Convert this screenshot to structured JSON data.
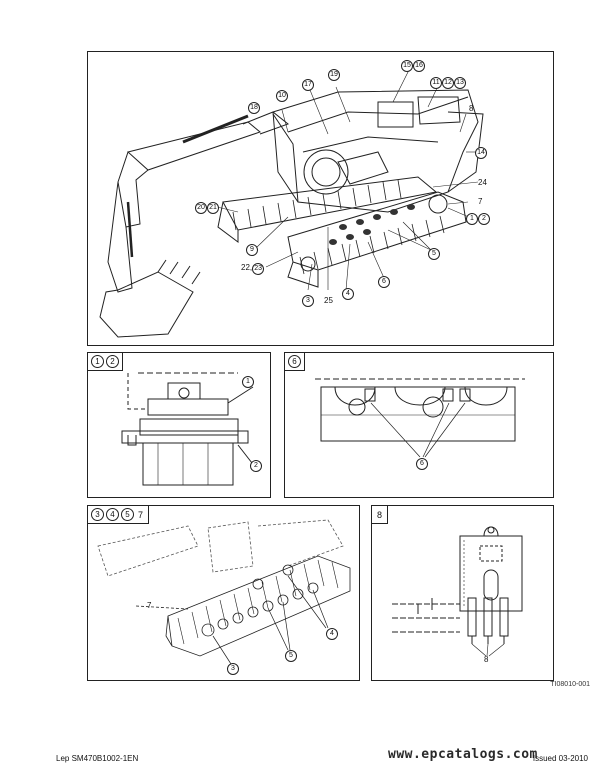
{
  "main_figure": {
    "callouts": {
      "c15_16": [
        "15",
        "16"
      ],
      "c11_12_13": [
        "11",
        "12",
        "13"
      ],
      "c19": "19",
      "c17": "17",
      "c10": "10",
      "c18": "18",
      "c8": "8",
      "c14": "14",
      "c24": "24",
      "c7": "7",
      "c1_2": [
        "1",
        "2"
      ],
      "c20_21": [
        "20",
        "21"
      ],
      "c9": "9",
      "c22_23": "22,",
      "c23": "23",
      "c3": "3",
      "c25": "25",
      "c4": "4",
      "c6": "6",
      "c5": "5"
    }
  },
  "panel_12": {
    "header": [
      "1",
      "2"
    ],
    "callouts": [
      "1",
      "2"
    ]
  },
  "panel_6": {
    "header": [
      "6"
    ],
    "callouts": [
      "6"
    ]
  },
  "panel_3457": {
    "header": [
      "3",
      "4",
      "5"
    ],
    "header_plain": "7",
    "callouts": {
      "seven": "7",
      "four": "4",
      "five": "5",
      "three": "3"
    }
  },
  "panel_8": {
    "header_plain": "8",
    "callouts": [
      "8"
    ]
  },
  "figure_code": "TI08010-001",
  "footer": {
    "left": "Lep SM470B1002-1EN",
    "watermark": "www.epcatalogs.com",
    "right": "Issued 03-2010"
  }
}
